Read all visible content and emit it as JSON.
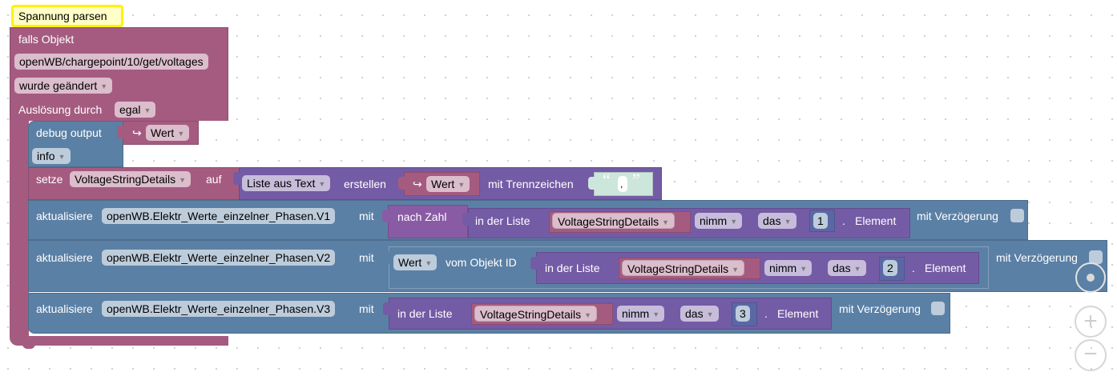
{
  "comment": "Spannung parsen",
  "trigger": {
    "label": "falls Objekt",
    "object_id": "openWB/chargepoint/10/get/voltages",
    "condition": "wurde geändert",
    "trigger_by_label": "Auslösung durch",
    "trigger_by_value": "egal"
  },
  "debug": {
    "label": "debug output",
    "value_arrow": "↪",
    "value_var": "Wert",
    "level": "info"
  },
  "set_var": {
    "label": "setze",
    "var": "VoltageStringDetails",
    "to_label": "auf",
    "list_mode": "Liste aus Text",
    "create_label": "erstellen",
    "source_arrow": "↪",
    "source_var": "Wert",
    "delimiter_label": "mit Trennzeichen",
    "quote_open": "“",
    "delimiter": ",",
    "quote_close": "”"
  },
  "updates": [
    {
      "label": "aktualisiere",
      "object": "openWB.Elektr_Werte_einzelner_Phasen.V1",
      "with_label": "mit",
      "wrapper": "nach Zahl",
      "list_label": "in der Liste",
      "list_var": "VoltageStringDetails",
      "op": "nimm",
      "where": "das",
      "index": "1",
      "dot": ".",
      "element_label": "Element",
      "delay_label": "mit Verzögerung",
      "delay_checked": false
    },
    {
      "label": "aktualisiere",
      "object": "openWB.Elektr_Werte_einzelner_Phasen.V2",
      "with_label": "mit",
      "value_prop": "Wert",
      "object_id_label": "vom Objekt ID",
      "list_label": "in der Liste",
      "list_var": "VoltageStringDetails",
      "op": "nimm",
      "where": "das",
      "index": "2",
      "dot": ".",
      "element_label": "Element",
      "delay_label": "mit Verzögerung",
      "delay_checked": false
    },
    {
      "label": "aktualisiere",
      "object": "openWB.Elektr_Werte_einzelner_Phasen.V3",
      "with_label": "mit",
      "list_label": "in der Liste",
      "list_var": "VoltageStringDetails",
      "op": "nimm",
      "where": "das",
      "index": "3",
      "dot": ".",
      "element_label": "Element",
      "delay_label": "mit Verzögerung",
      "delay_checked": false
    }
  ],
  "controls": {
    "zoom_in": "+",
    "zoom_out": "−"
  },
  "colors": {
    "event_block": "#a55b80",
    "io_block": "#5b80a5",
    "list_block": "#745ba5",
    "text_block": "#5ba58c",
    "comment_bg": "#ffffc7",
    "comment_border": "#fff200"
  }
}
